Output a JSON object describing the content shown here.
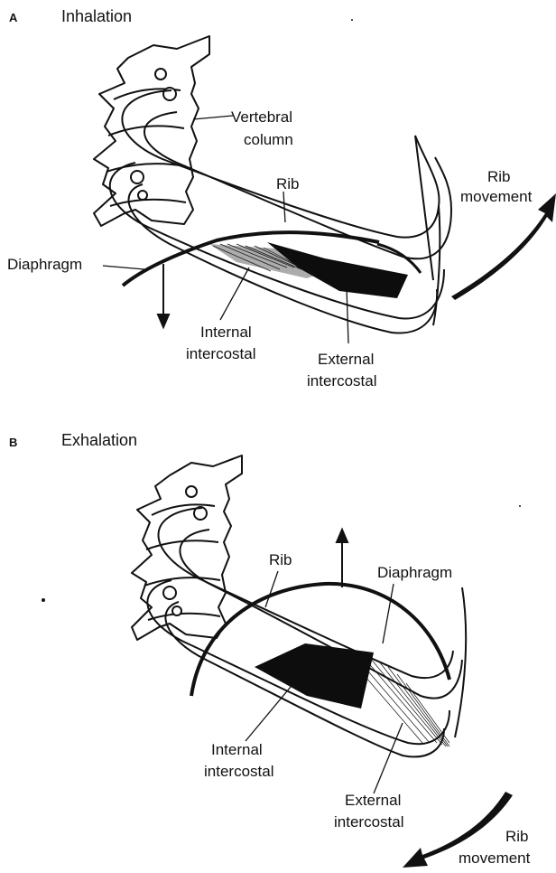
{
  "panel_a": {
    "letter": "A",
    "title": "Inhalation",
    "labels": {
      "vertebral_line1": "Vertebral",
      "vertebral_line2": "column",
      "rib": "Rib",
      "rib_movement_line1": "Rib",
      "rib_movement_line2": "movement",
      "diaphragm": "Diaphragm",
      "internal_line1": "Internal",
      "internal_line2": "intercostal",
      "external_line1": "External",
      "external_line2": "intercostal"
    }
  },
  "panel_b": {
    "letter": "B",
    "title": "Exhalation",
    "labels": {
      "rib": "Rib",
      "diaphragm": "Diaphragm",
      "internal_line1": "Internal",
      "internal_line2": "intercostal",
      "external_line1": "External",
      "external_line2": "intercostal",
      "rib_movement_line1": "Rib",
      "rib_movement_line2": "movement"
    }
  },
  "colors": {
    "ink": "#111111",
    "muscle": "#0d0d0d",
    "background": "#ffffff"
  }
}
